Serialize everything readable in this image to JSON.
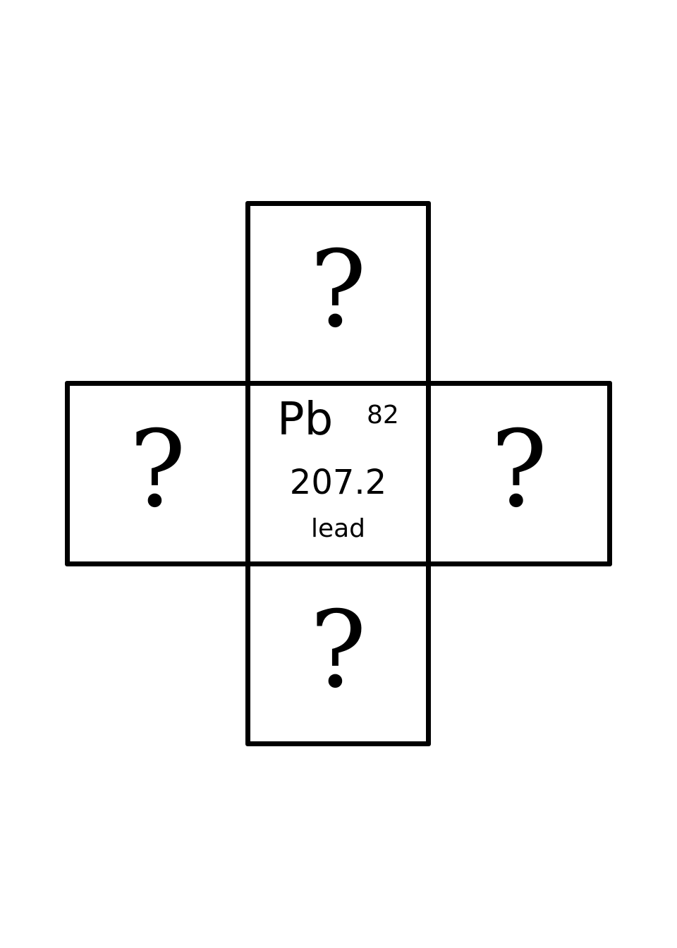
{
  "center_tile": {
    "symbol": "Pb",
    "atomic_number": "82",
    "atomic_mass": "207.2",
    "name": "lead"
  },
  "top_tile": {
    "text": "?"
  },
  "left_tile": {
    "text": "?"
  },
  "right_tile": {
    "text": "?"
  },
  "bottom_tile": {
    "text": "?"
  },
  "colors": {
    "stroke": "#000000",
    "background": "#ffffff"
  }
}
